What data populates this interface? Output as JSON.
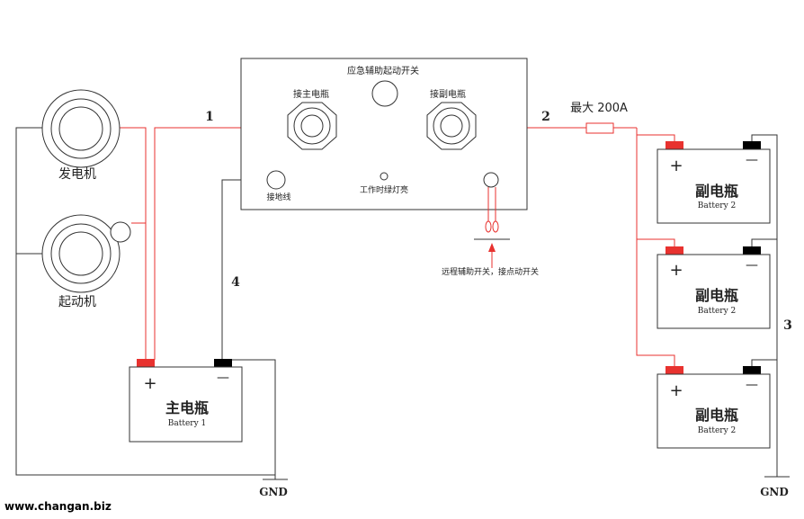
{
  "controller": {
    "title": "应急辅助起动开关",
    "main_post_label": "接主电瓶",
    "aux_post_label": "接副电瓶",
    "ground_label": "接地线",
    "indicator_label": "工作时绿灯亮"
  },
  "components": {
    "alternator_label": "发电机",
    "starter_label": "起动机"
  },
  "main_battery": {
    "name": "主电瓶",
    "sub": "Battery 1",
    "plus": "+",
    "minus": "—"
  },
  "aux_batteries": [
    {
      "name": "副电瓶",
      "sub": "Battery 2",
      "plus": "+",
      "minus": "—"
    },
    {
      "name": "副电瓶",
      "sub": "Battery 2",
      "plus": "+",
      "minus": "—"
    },
    {
      "name": "副电瓶",
      "sub": "Battery 2",
      "plus": "+",
      "minus": "—"
    }
  ],
  "fuse_label": "最大 200A",
  "remote_switch_label": "远程辅助开关，接点动开关",
  "wire_numbers": {
    "w1": "1",
    "w2": "2",
    "w3": "3",
    "w4": "4"
  },
  "gnd_left": "GND",
  "gnd_right": "GND",
  "watermark": "www.changan.biz",
  "colors": {
    "positive": "#e8322f",
    "negative": "#000000",
    "wire": "#e8322f"
  }
}
